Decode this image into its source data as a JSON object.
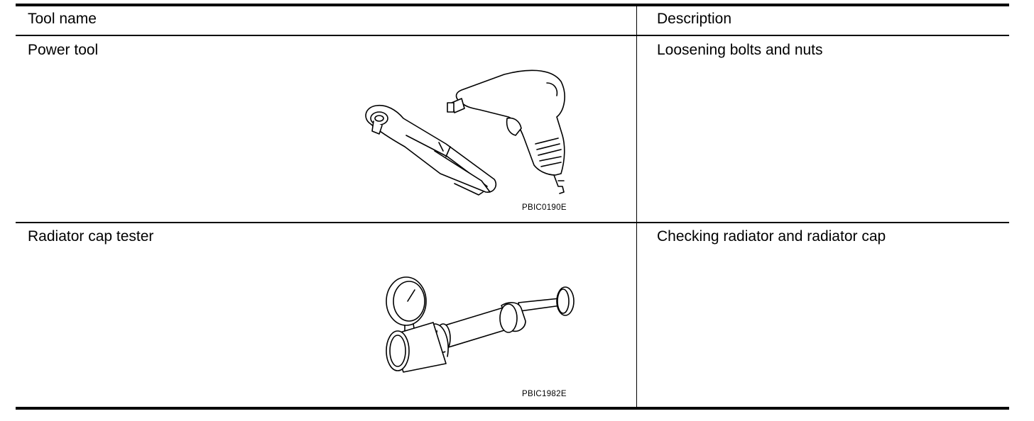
{
  "table": {
    "headers": {
      "tool_name": "Tool name",
      "description": "Description"
    },
    "rows": [
      {
        "tool_name": "Power tool",
        "description": "Loosening bolts and nuts",
        "figure_code": "PBIC0190E",
        "figure_icon": "power-tool-illustration"
      },
      {
        "tool_name": "Radiator cap tester",
        "description": "Checking radiator and radiator cap",
        "figure_code": "PBIC1982E",
        "figure_icon": "radiator-cap-tester-illustration"
      }
    ]
  }
}
